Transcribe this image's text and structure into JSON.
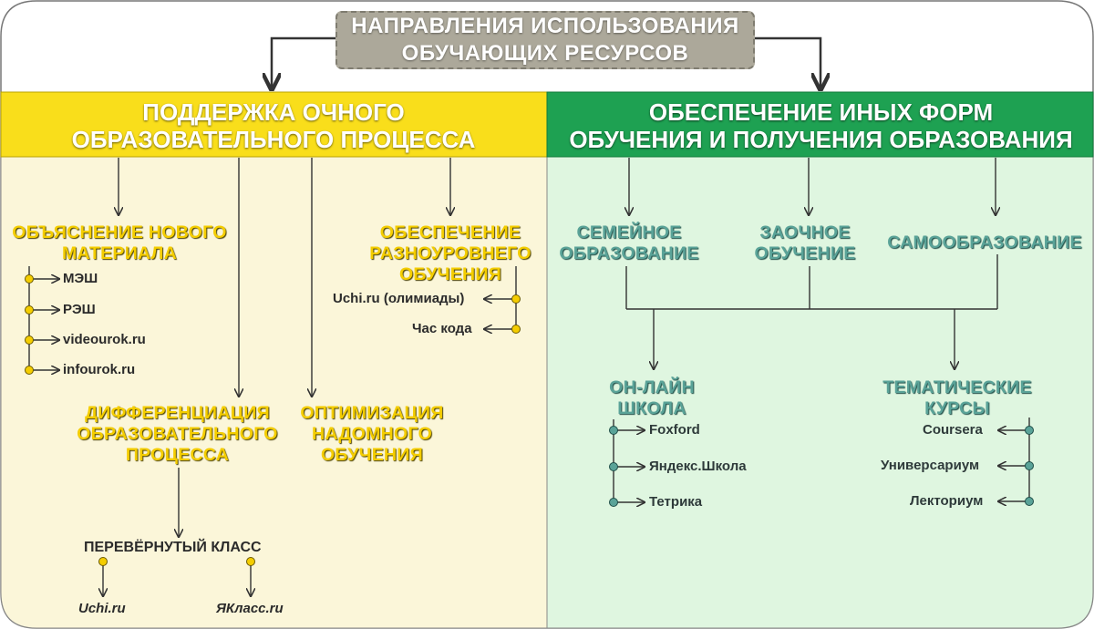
{
  "title": {
    "line1": "НАПРАВЛЕНИЯ ИСПОЛЬЗОВАНИЯ",
    "line2": "ОБУЧАЮЩИХ РЕСУРСОВ"
  },
  "left": {
    "header": {
      "line1": "ПОДДЕРЖКА ОЧНОГО",
      "line2": "ОБРАЗОВАТЕЛЬНОГО ПРОЦЕССА"
    },
    "explain": {
      "line1": "ОБЪЯСНЕНИЕ НОВОГО",
      "line2": "МАТЕРИАЛА",
      "items": [
        "МЭШ",
        "РЭШ",
        "videourok.ru",
        "infourok.ru"
      ]
    },
    "multilevel": {
      "line1": "ОБЕСПЕЧЕНИЕ",
      "line2": "РАЗНОУРОВНЕГО",
      "line3": "ОБУЧЕНИЯ",
      "items": [
        "Uchi.ru (олимиады)",
        "Час кода"
      ]
    },
    "diff": {
      "line1": "ДИФФЕРЕНЦИАЦИЯ",
      "line2": "ОБРАЗОВАТЕЛЬНОГО",
      "line3": "ПРОЦЕССА"
    },
    "home": {
      "line1": "ОПТИМИЗАЦИЯ",
      "line2": "НАДОМНОГО",
      "line3": "ОБУЧЕНИЯ"
    },
    "flipped": {
      "label": "ПЕРЕВЁРНУТЫЙ КЛАСС",
      "items": [
        "Uchi.ru",
        "ЯКласс.ru"
      ]
    }
  },
  "right": {
    "header": {
      "line1": "ОБЕСПЕЧЕНИЕ ИНЫХ ФОРМ",
      "line2": "ОБУЧЕНИЯ И ПОЛУЧЕНИЯ ОБРАЗОВАНИЯ"
    },
    "family": {
      "line1": "СЕМЕЙНОЕ",
      "line2": "ОБРАЗОВАНИЕ"
    },
    "correspondence": {
      "line1": "ЗАОЧНОЕ",
      "line2": "ОБУЧЕНИЕ"
    },
    "self": {
      "line1": "САМООБРАЗОВАНИЕ"
    },
    "online": {
      "line1": "ОН-ЛАЙН",
      "line2": "ШКОЛА",
      "items": [
        "Foxford",
        "Яндекс.Школа",
        "Тетрика"
      ]
    },
    "courses": {
      "line1": "ТЕМАТИЧЕСКИЕ",
      "line2": "КУРСЫ",
      "items": [
        "Coursera",
        "Универсариум",
        "Лекториум"
      ]
    }
  },
  "colors": {
    "yellow": "#f9de1b",
    "green": "#1ea152",
    "yellow_bg": "#fbf6d9",
    "green_bg": "#dff6e0"
  }
}
